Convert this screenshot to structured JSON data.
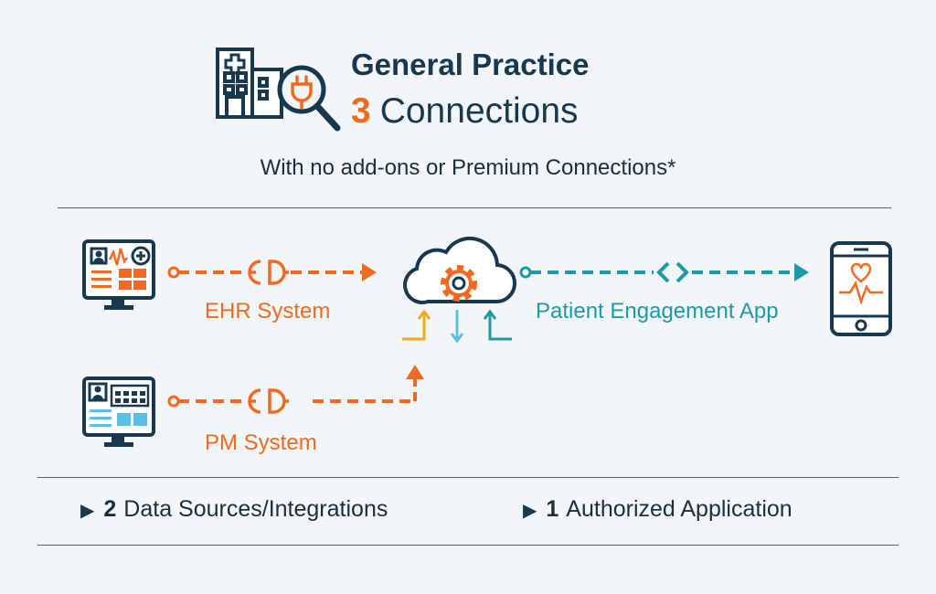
{
  "header": {
    "title": "General Practice",
    "count": "3",
    "count_label": "Connections",
    "subtitle": "With no add-ons or Premium Connections*"
  },
  "diagram": {
    "ehr_label": "EHR System",
    "pm_label": "PM System",
    "app_label": "Patient Engagement App"
  },
  "summary": {
    "sources_count": "2",
    "sources_label": "Data Sources/Integrations",
    "apps_count": "1",
    "apps_label": "Authorized Application"
  },
  "colors": {
    "navy": "#17384f",
    "orange": "#f26a21",
    "teal": "#1d9aa9",
    "light_blue": "#5bc0e4",
    "yellow": "#f4a81d"
  }
}
